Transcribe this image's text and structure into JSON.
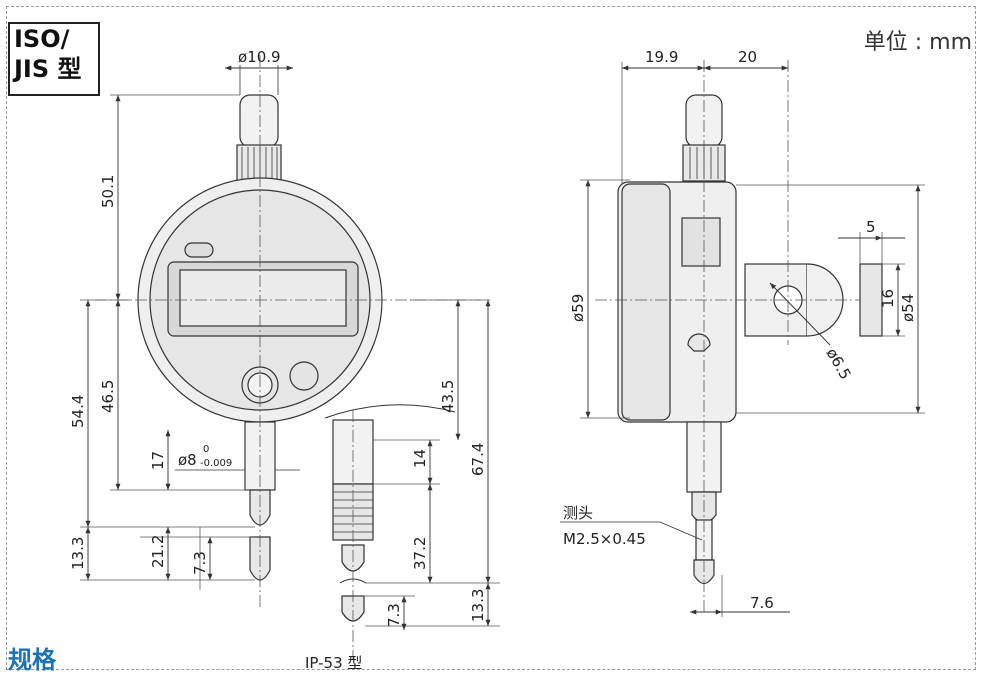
{
  "standard_box": {
    "line1": "ISO/",
    "line2": "JIS 型"
  },
  "unit_label": "单位 : mm",
  "section_title": "规格",
  "variant_label": "IP-53 型",
  "probe_callout": {
    "line1": "测头",
    "line2": "M2.5×0.45"
  },
  "dims": {
    "stem_dia": "ø10.9",
    "height_top": "50.1",
    "d_465": "46.5",
    "d_544": "54.4",
    "d_17": "17",
    "d_133_left": "13.3",
    "d_212": "21.2",
    "d_73_left": "7.3",
    "stem_fit_main": "ø8",
    "stem_fit_upper": "0",
    "stem_fit_lower": "-0.009",
    "d_435": "43.5",
    "d_674": "67.4",
    "d_14": "14",
    "d_372": "37.2",
    "d_73_mid": "7.3",
    "d_133_mid": "13.3",
    "d_199": "19.9",
    "d_20": "20",
    "d_59": "ø59",
    "d_54": "ø54",
    "d_5": "5",
    "d_16": "16",
    "d_65": "ø6.5",
    "d_76": "7.6"
  }
}
